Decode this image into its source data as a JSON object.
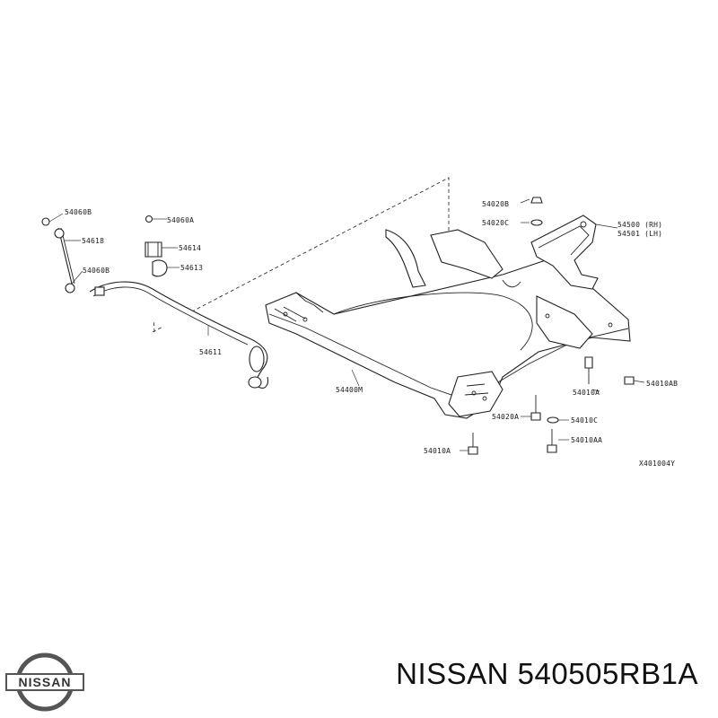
{
  "diagram": {
    "ref_code": "X401004Y",
    "labels": {
      "p54060B_top": "54060B",
      "p54618": "54618",
      "p54060B_mid": "54060B",
      "p54060A": "54060A",
      "p54614": "54614",
      "p54613": "54613",
      "p54611": "54611",
      "p54400M": "54400M",
      "p54020B": "54020B",
      "p54020C": "54020C",
      "p54500": "54500 (RH)",
      "p54501": "54501 (LH)",
      "p54010AB": "54010AB",
      "p54010A_right": "54010A",
      "p54020A": "54020A",
      "p54010C": "54010C",
      "p54010AA": "54010AA",
      "p54010A_bottom": "54010A"
    }
  },
  "footer": {
    "brand": "NISSAN",
    "part_title": "NISSAN 540505RB1A"
  }
}
